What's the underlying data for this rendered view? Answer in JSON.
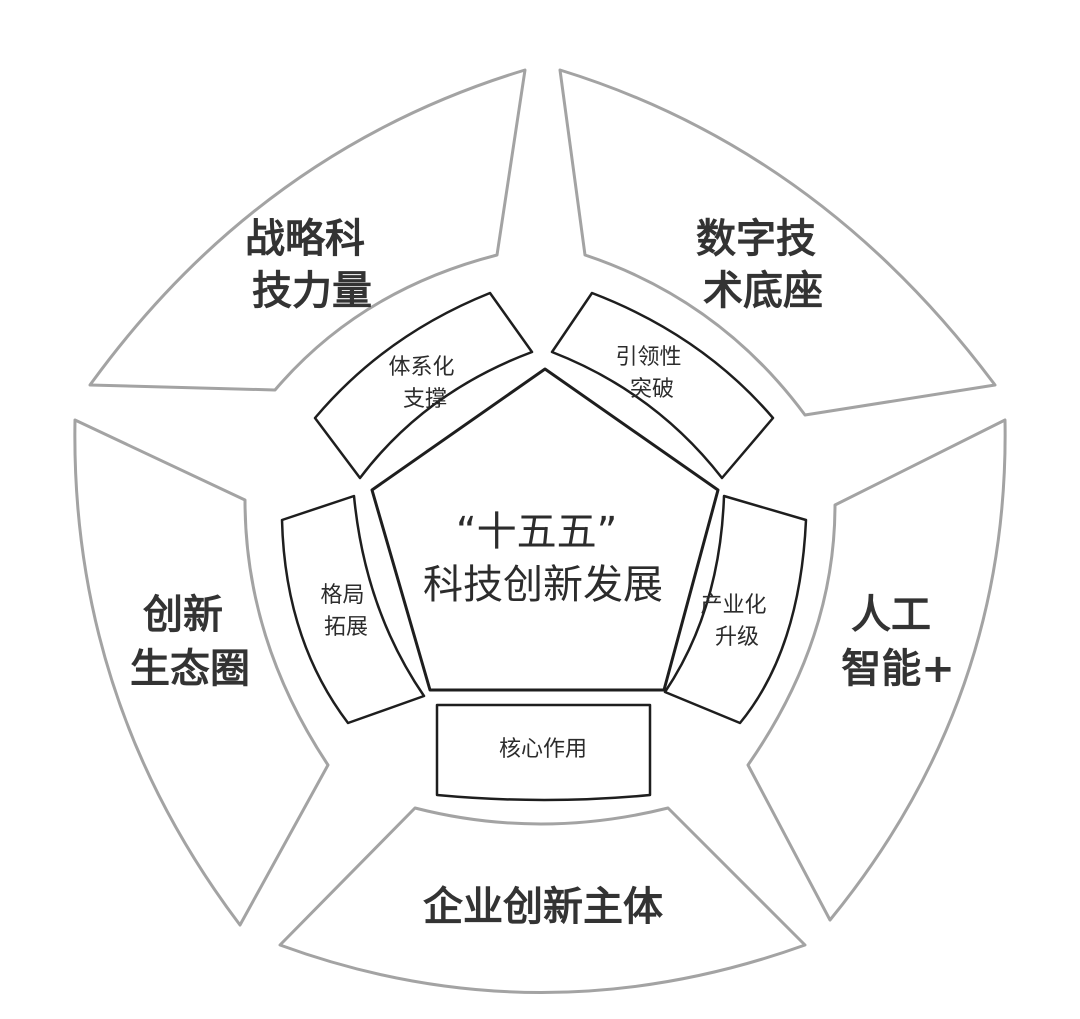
{
  "center": {
    "line1": "“十五五”",
    "line2": "科技创新发展"
  },
  "outer_ring": [
    {
      "line1": "战略科",
      "line2": "技力量"
    },
    {
      "line1": "数字技",
      "line2": "术底座"
    },
    {
      "line1": "人工",
      "line2": "智能+"
    },
    {
      "line1": "企业创新主体",
      "line2": ""
    },
    {
      "line1": "创新",
      "line2": "生态圈"
    }
  ],
  "middle_ring": [
    {
      "line1": "体系化",
      "line2": "支撑"
    },
    {
      "line1": "引领性",
      "line2": "突破"
    },
    {
      "line1": "产业化",
      "line2": "升级"
    },
    {
      "line1": "核心作用",
      "line2": ""
    },
    {
      "line1": "格局",
      "line2": "拓展"
    }
  ]
}
